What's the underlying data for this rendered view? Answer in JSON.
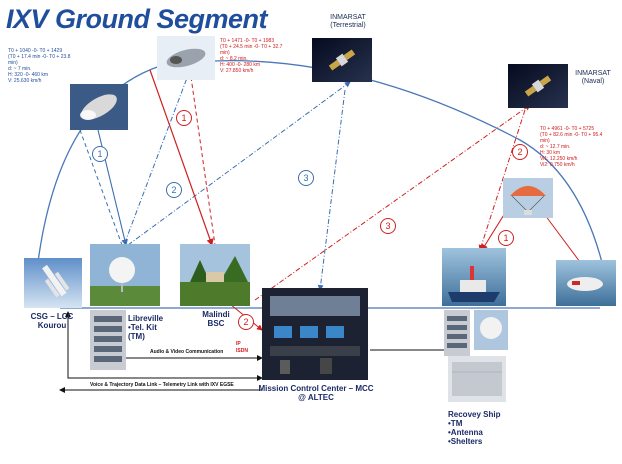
{
  "title": "IXV Ground Segment",
  "inmarsat_terrestrial": {
    "line1": "INMARSAT",
    "line2": "(Terrestrial)"
  },
  "inmarsat_naval": {
    "line1": "INMARSAT",
    "line2": "(Naval)"
  },
  "telemetry_left": {
    "lines": [
      "T0 + 1040 -0- T0 + 1429",
      "(T0 + 17.4  min -0- T0 + 23.8",
      "min)",
      "d: ~ 7 min.",
      "H: 320 -0- 460 km",
      "V: 25.630  km/h"
    ]
  },
  "telemetry_center": {
    "lines": [
      "T0 + 1471 -0- T0 + 1983",
      "(T0 + 24.5  min -0- T0 + 32.7",
      "min)",
      "d: ~ 8.2 min.",
      "H: 400 -0- 280 km",
      "V: 27.850  km/h"
    ]
  },
  "telemetry_right": {
    "lines": [
      "T0 + 4961 -0- T0 + 5725",
      "(T0 + 82.6  min -0- T0 + 95.4",
      "min)",
      "d: ~ 12.7 min.",
      "H: 30 km",
      "Vi1: 12.250  km/h",
      "Vi2: 0.750  km/h"
    ]
  },
  "sites": {
    "csg": {
      "line1": "CSG – LCC",
      "line2": "Kourou"
    },
    "libreville": {
      "line1": "Libreville",
      "line2": "•Tel. Kit",
      "line3": "(TM)"
    },
    "malindi": {
      "line1": "Malindi",
      "line2": "BSC"
    },
    "mcc": {
      "line1": "Mission Control Center – MCC",
      "line2": "@ ALTEC"
    },
    "ship": {
      "line1": "Recovey Ship",
      "line2": "•TM",
      "line3": "•Antenna",
      "line4": "•Shelters"
    }
  },
  "links": {
    "audio_video": "Audio & Video Communication",
    "voice_data": "Voice & Trajectory  Data Link – Telemetry  Link with IXV EGSE",
    "isdn": "ISDN",
    "ip": "IP"
  },
  "step_numbers": {
    "n1_blue": "1",
    "n2_blue": "2",
    "n3_blue": "3",
    "n1_red_center": "1",
    "n2_red_right": "2",
    "n3_red": "3",
    "n1_red_right": "1",
    "n2_red_mcc": "2"
  },
  "colors": {
    "title": "#1f4e9c",
    "blue_link": "#3b6fb0",
    "red_link": "#d02020",
    "trajectory": "#4a78b8"
  },
  "icons": [
    "satellite-icon",
    "vehicle-icon",
    "parachute-icon",
    "antenna-icon",
    "ship-icon",
    "server-rack-icon",
    "shelter-icon",
    "rocket-icon",
    "control-room-icon"
  ]
}
